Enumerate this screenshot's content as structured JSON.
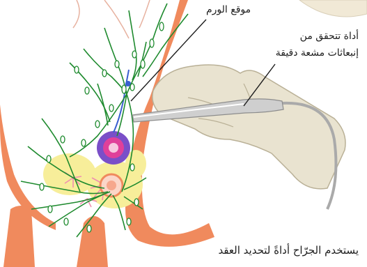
{
  "labels": {
    "tumor_site": "موقع الورم",
    "probe_line1": "أداة تتحقق من",
    "probe_line2": "إنبعاثات مشعة دقيقة",
    "caption_line1": "يستخدم الجرّاح أداةً لتحديد العقد"
  },
  "colors": {
    "skin": "#f08a5d",
    "lymph": "#1e8a2e",
    "tumor_outer": "#7a4fc8",
    "tumor_inner": "#e0409a",
    "glove": "#e9e3d0",
    "tissue_yellow": "#f7ee9a",
    "tissue_pink": "#f6b6c4"
  }
}
